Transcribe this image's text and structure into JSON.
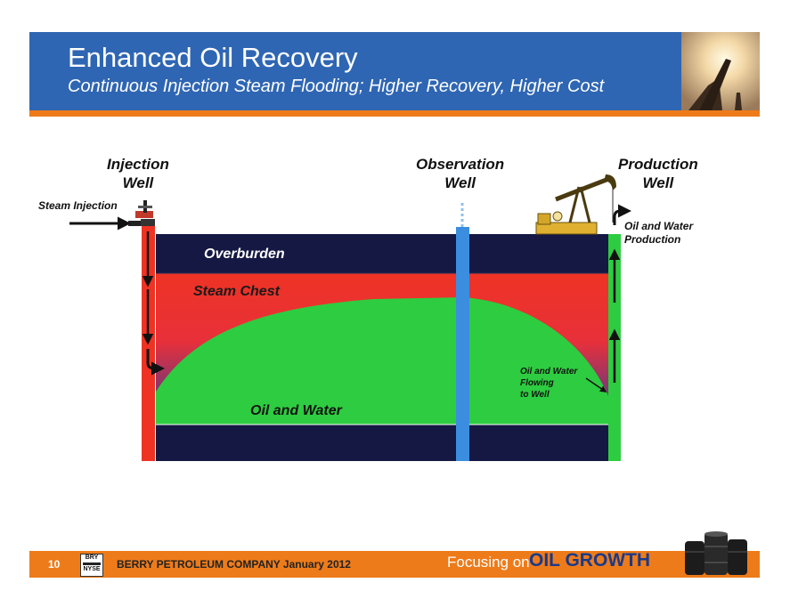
{
  "header": {
    "title": "Enhanced Oil Recovery",
    "subtitle": "Continuous Injection Steam Flooding; Higher Recovery, Higher Cost"
  },
  "wells": {
    "injection": "Injection\nWell",
    "observation": "Observation\nWell",
    "production": "Production\nWell"
  },
  "labels": {
    "steam_injection": "Steam Injection",
    "oil_water_production": "Oil and Water\nProduction",
    "overburden": "Overburden",
    "steam_chest": "Steam Chest",
    "oil_and_water": "Oil and Water",
    "oil_water_flowing": "Oil and Water\nFlowing\nto Well"
  },
  "colors": {
    "header_blue": "#2f66b3",
    "accent_orange": "#ee7b1a",
    "overburden_navy": "#141843",
    "steam_red": "#ee3324",
    "oil_green": "#2ecc40",
    "observation_blue": "#3b8de0"
  },
  "icons": [
    "pumpjack-icon",
    "wellhead-icon",
    "oil-barrels-icon",
    "sunset-photo"
  ],
  "footer": {
    "page_number": "10",
    "logo_top": "BRY",
    "logo_bottom": "NYSE",
    "company": "BERRY PETROLEUM COMPANY  January 2012",
    "focusing": "Focusing on",
    "growth": "OIL GROWTH"
  }
}
